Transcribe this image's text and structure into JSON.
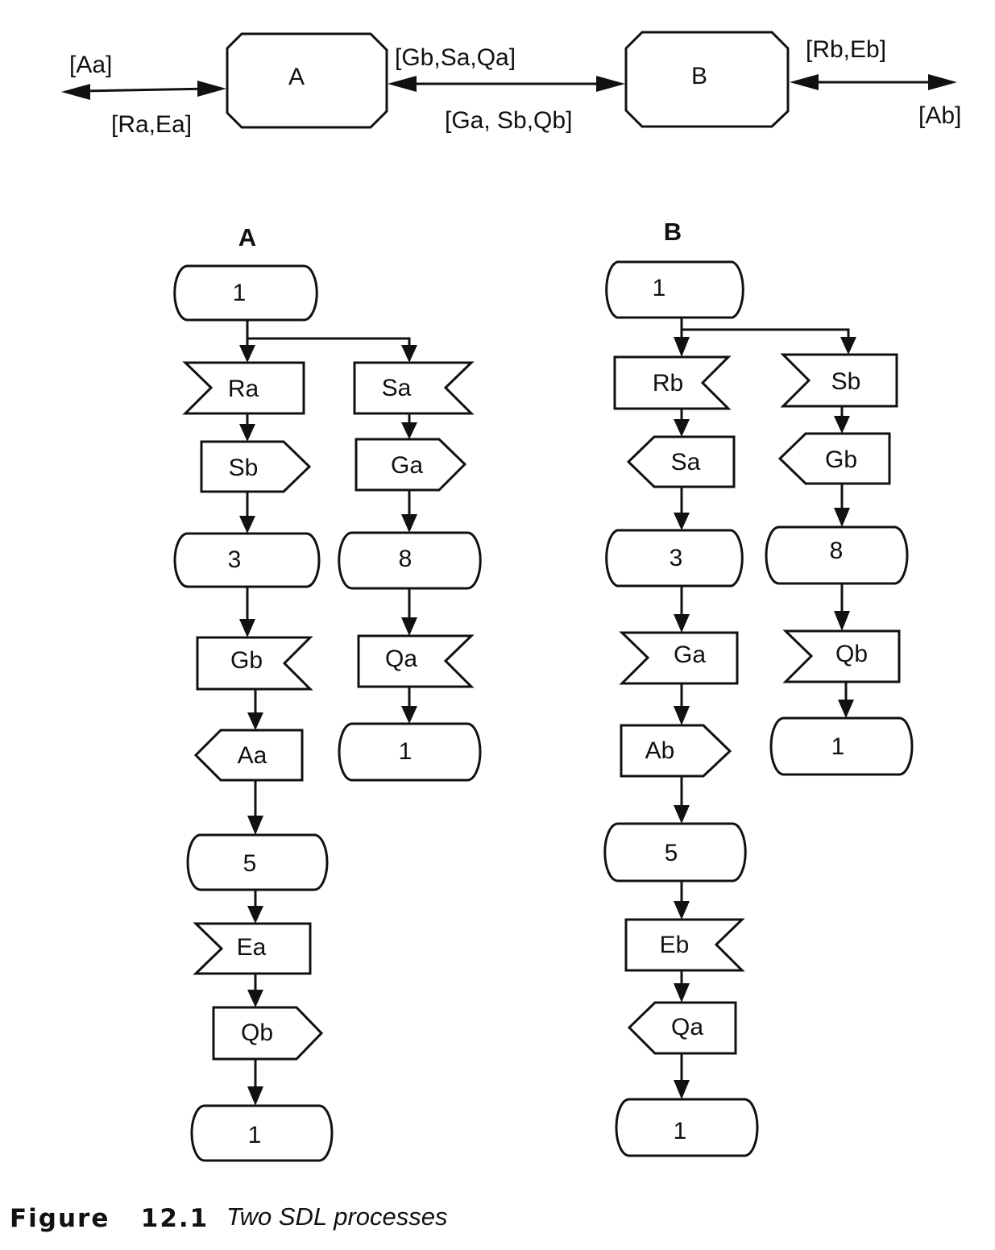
{
  "block_diagram": {
    "block_a": "A",
    "block_b": "B",
    "label_aa": "[Aa]",
    "label_ra_ea": "[Ra,Ea]",
    "label_gb_sa_qa": "[Gb,Sa,Qa]",
    "label_ga_sb_qb": "[Ga, Sb,Qb]",
    "label_rb_eb": "[Rb,Eb]",
    "label_ab": "[Ab]"
  },
  "process_a": {
    "title": "A",
    "nodes": [
      "1",
      "Ra",
      "Sb",
      "3",
      "Gb",
      "Aa",
      "5",
      "Ea",
      "Qb",
      "1",
      "Sa",
      "Ga",
      "8",
      "Qa",
      "1"
    ]
  },
  "process_b": {
    "title": "B",
    "nodes": [
      "1",
      "Rb",
      "Sa",
      "3",
      "Ga",
      "Ab",
      "5",
      "Eb",
      "Qa",
      "1",
      "Sb",
      "Gb",
      "8",
      "Qb",
      "1"
    ]
  },
  "caption": {
    "number": "Figure   12.1",
    "text": "Two SDL processes"
  }
}
